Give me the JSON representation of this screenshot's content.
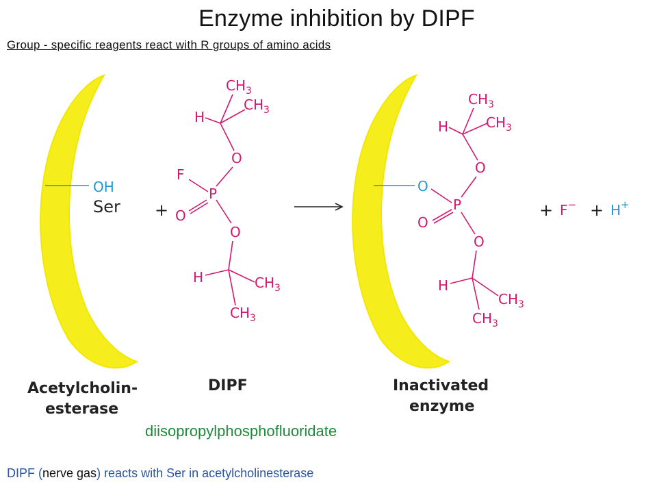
{
  "title": "Enzyme inhibition by DIPF",
  "subtitle": "Group - specific reagents react with R groups of amino acids",
  "reactant_enzyme": {
    "group": "OH",
    "residue": "Ser",
    "name_line1": "Acetylcholin-",
    "name_line2": "esterase"
  },
  "dipf": {
    "name": "DIPF",
    "atoms": {
      "ch3_a": "CH3",
      "ch3_b": "CH3",
      "h_top": "H",
      "o_top": "O",
      "f": "F",
      "p": "P",
      "o_double": "O",
      "o_bottom": "O",
      "h_bottom": "H",
      "ch3_c": "CH3",
      "ch3_d": "CH3"
    }
  },
  "plus_1": "+",
  "product_enzyme": {
    "name_line1": "Inactivated",
    "name_line2": "enzyme",
    "atoms": {
      "o_link": "O",
      "ch3_a": "CH3",
      "ch3_b": "CH3",
      "h_top": "H",
      "o_top": "O",
      "p": "P",
      "o_double": "O",
      "o_bottom": "O",
      "h_bottom": "H",
      "ch3_c": "CH3",
      "ch3_d": "CH3"
    }
  },
  "byproducts": {
    "plus_a": "+",
    "fluoride": "F",
    "fluoride_charge": "−",
    "plus_b": "+",
    "proton": "H",
    "proton_charge": "+"
  },
  "full_name": "diisopropylphosphofluoridate",
  "footer": {
    "part1": "DIPF (",
    "part2": "nerve gas",
    "part3": ") reacts with Ser in acetylcholinesterase"
  },
  "colors": {
    "enzyme_fill": "#f6f02a",
    "chem": "#d2186e",
    "serine": "#1a9ad6",
    "full_name": "#1e8a3c",
    "footer": "#2a55a3"
  }
}
